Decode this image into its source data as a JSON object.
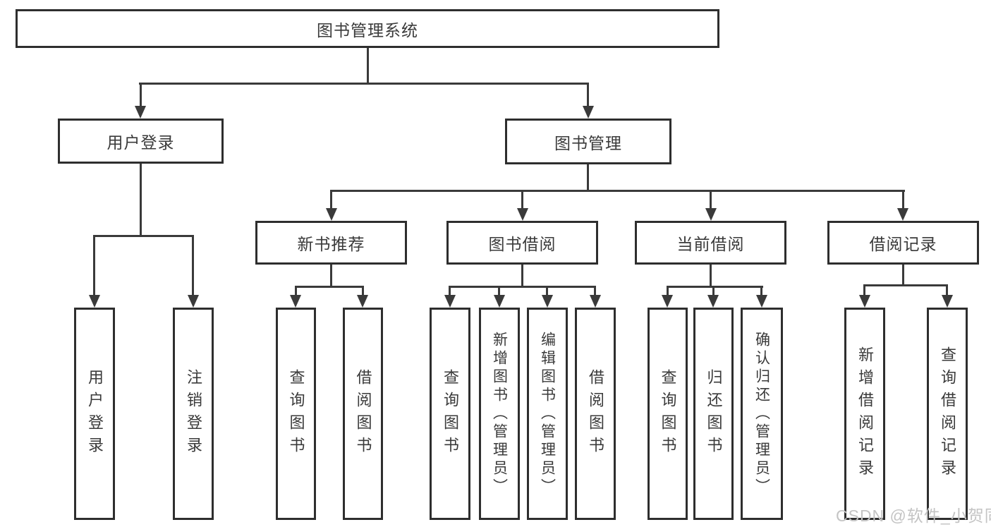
{
  "colors": {
    "line": "#3a3a3a",
    "box_border": "#2e2e2e",
    "text": "#3a3a3a",
    "watermark_text": "#c4c4c4",
    "background": "#ffffff"
  },
  "root": {
    "label": "图书管理系统"
  },
  "branches": {
    "user_login": {
      "label": "用户登录",
      "children": {
        "login": {
          "label": "用户登录"
        },
        "logout": {
          "label": "注销登录"
        }
      }
    },
    "book_mgmt": {
      "label": "图书管理",
      "children": {
        "new_books": {
          "label": "新书推荐",
          "children": {
            "query": {
              "label": "查询图书"
            },
            "borrow": {
              "label": "借阅图书"
            }
          }
        },
        "book_borrow": {
          "label": "图书借阅",
          "children": {
            "query": {
              "label": "查询图书"
            },
            "add": {
              "label": "新增图书（管理员）"
            },
            "edit": {
              "label": "编辑图书（管理员）"
            },
            "borrow": {
              "label": "借阅图书"
            }
          }
        },
        "current_borrow": {
          "label": "当前借阅",
          "children": {
            "query": {
              "label": "查询图书"
            },
            "return": {
              "label": "归还图书"
            },
            "confirm": {
              "label": "确认归还（管理员）"
            }
          }
        },
        "borrow_records": {
          "label": "借阅记录",
          "children": {
            "add": {
              "label": "新增借阅记录"
            },
            "query": {
              "label": "查询借阅记录"
            }
          }
        }
      }
    }
  },
  "watermark": {
    "text": "CSDN @软件_小贺同学"
  }
}
